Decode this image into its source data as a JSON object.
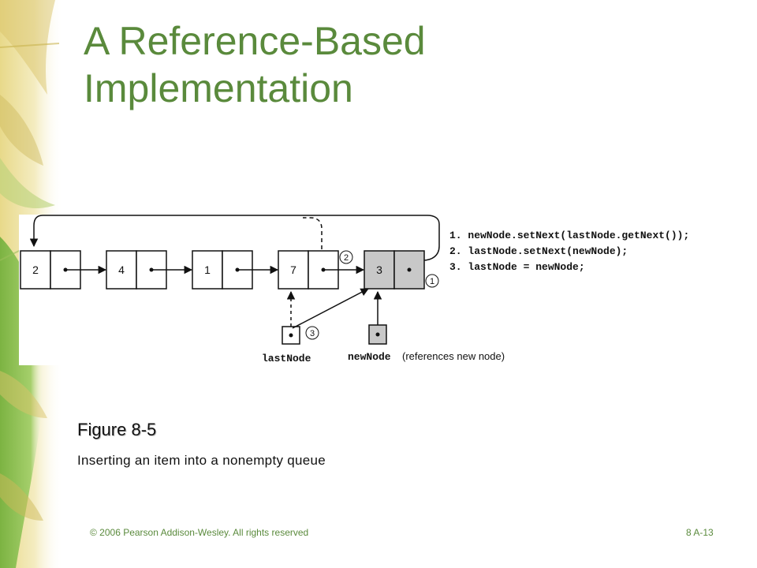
{
  "slide": {
    "title_line1": "A Reference-Based",
    "title_line2": "Implementation",
    "caption_title": "Figure 8-5",
    "caption_text": "Inserting an item into a nonempty queue",
    "footer_copyright": "© 2006 Pearson Addison-Wesley. All rights reserved",
    "footer_page": "8 A-13"
  },
  "figure": {
    "nodes": [
      {
        "value": "2",
        "highlighted": false
      },
      {
        "value": "4",
        "highlighted": false
      },
      {
        "value": "1",
        "highlighted": false
      },
      {
        "value": "7",
        "highlighted": false
      },
      {
        "value": "3",
        "highlighted": true
      }
    ],
    "steps": [
      "1. newNode.setNext(lastNode.getNext());",
      "2. lastNode.setNext(newNode);",
      "3. lastNode = newNode;"
    ],
    "step_markers": [
      "1",
      "2",
      "3"
    ],
    "last_node_label": "lastNode",
    "new_node_label": "newNode",
    "new_node_note": "(references new node)"
  },
  "colors": {
    "title": "#5a8a3c",
    "footer": "#5a8a3c",
    "new_node_fill": "#c8c8c8"
  }
}
